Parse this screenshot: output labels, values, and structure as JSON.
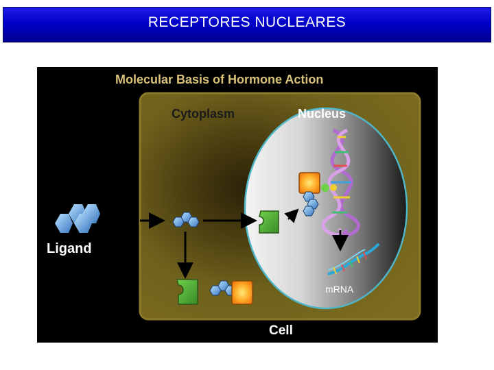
{
  "slide": {
    "title": "RECEPTORES NUCLEARES"
  },
  "figure": {
    "heading": "Molecular Basis of Hormone Action",
    "cytoplasm_label": "Cytoplasm",
    "nucleus_label": "Nucleus",
    "ligand_label": "Ligand",
    "mrna_label": "mRNA",
    "cell_label": "Cell"
  },
  "colors": {
    "title_bar": "#0000c8",
    "heading_text": "#d8c27a",
    "cell_fill": "#7a6a1c",
    "cell_border": "#8a7a2a",
    "nucleus_border": "#4fb6c8",
    "receptor_green": "#4fae3a",
    "receptor_orange": "#ff8c1a",
    "ligand_blue": "#6aa8e0"
  }
}
